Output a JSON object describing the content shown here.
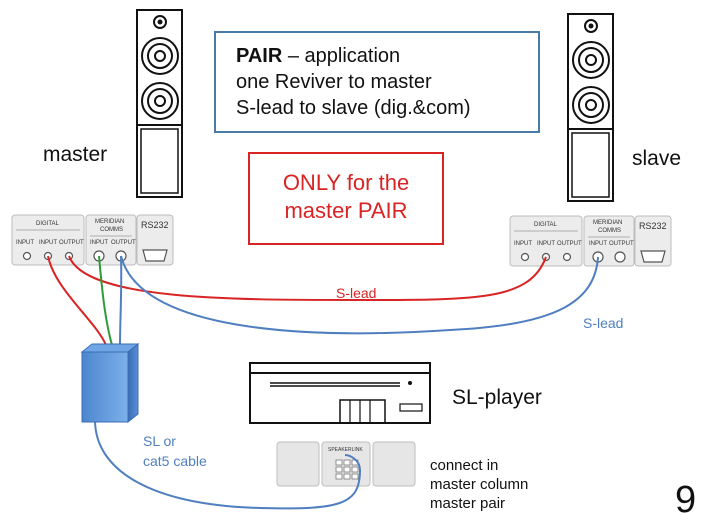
{
  "title": {
    "line1_bold": "PAIR",
    "line1_rest": " – application",
    "line2": "one Reviver to master",
    "line3": "S-lead to slave (dig.&com)"
  },
  "warning": {
    "line1": "ONLY for the",
    "line2": "master PAIR"
  },
  "labels": {
    "master": "master",
    "slave": "slave",
    "sl_player": "SL-player",
    "page_number": "9"
  },
  "panels": {
    "digital": "DIGITAL",
    "meridian": "MERIDIAN",
    "comms": "COMMS",
    "rs232": "RS232",
    "input": "INPUT",
    "output": "OUTPUT",
    "speakerlink": "SPEAKERLINK"
  },
  "cables": {
    "s_lead_red": "S-lead",
    "s_lead_blue": "S-lead",
    "sl_cable_line1": "SL or",
    "sl_cable_line2": "cat5 cable"
  },
  "note": {
    "line1": "connect in",
    "line2": "master column",
    "line3": "master pair"
  },
  "colors": {
    "red_cable": "#d82424",
    "blue_cable": "#4f7fc0",
    "green_cable": "#2f9a3a",
    "box_border": "#4a7aa8",
    "reviver_box": "#5b95d8"
  }
}
